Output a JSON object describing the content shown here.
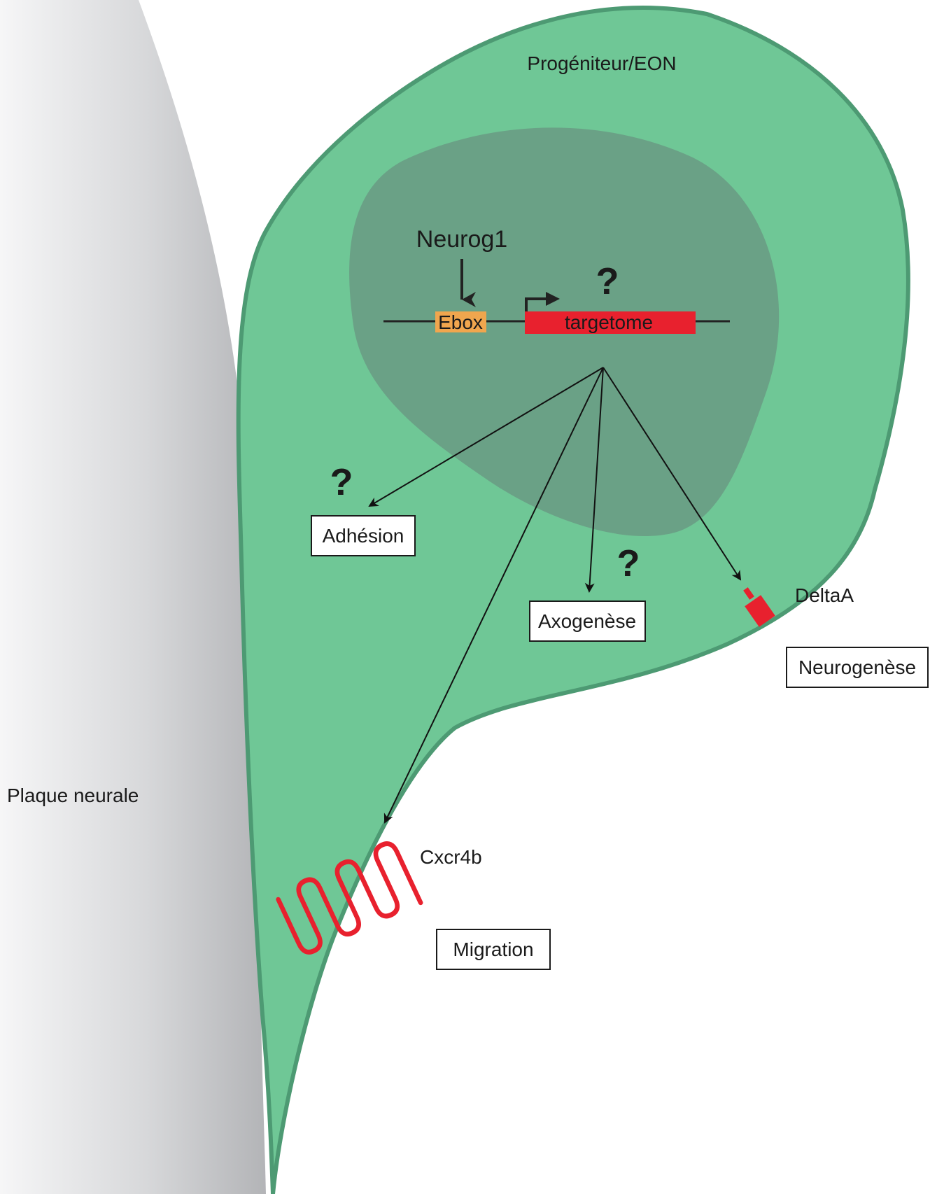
{
  "labels": {
    "plate": "Plaque neurale",
    "cell": "Progéniteur/EON",
    "regulator": "Neurog1",
    "ebox": "Ebox",
    "targetome": "targetome",
    "deltaA": "DeltaA",
    "cxcr4b": "Cxcr4b"
  },
  "boxes": {
    "adhesion": "Adhésion",
    "axogenese": "Axogenèse",
    "neurogenese": "Neurogenèse",
    "migration": "Migration"
  },
  "question_mark": "?",
  "colors": {
    "plate_light": "#f4f4f5",
    "plate_dark": "#b9babd",
    "cell_fill": "#6fc796",
    "cell_stroke": "#4d9a73",
    "nucleus_fill": "#6aa186",
    "ebox": "#f0a64e",
    "targetome": "#e8212e",
    "receptor": "#e8212e",
    "arrow": "#111111"
  }
}
